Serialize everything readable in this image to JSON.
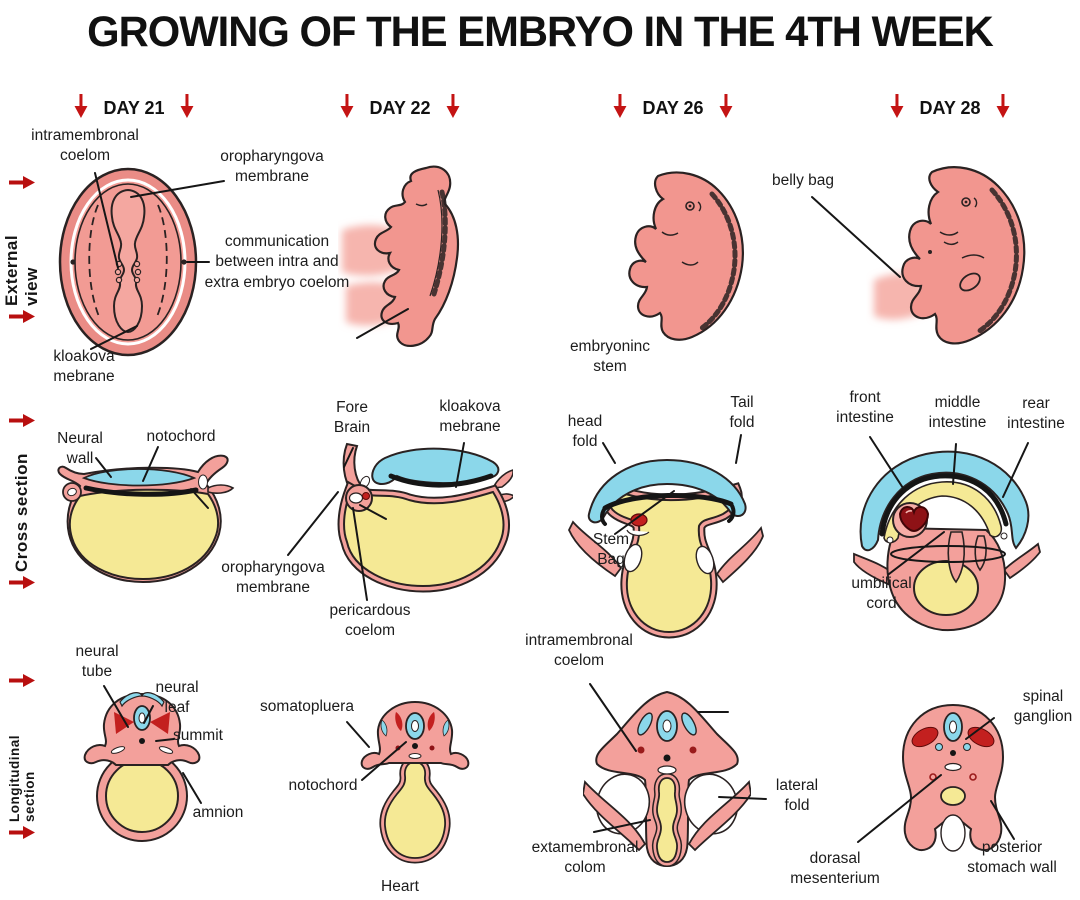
{
  "title": "GROWING OF THE EMBRYO IN THE 4TH WEEK",
  "columns": [
    {
      "label": "DAY 21"
    },
    {
      "label": "DAY 22"
    },
    {
      "label": "DAY 26"
    },
    {
      "label": "DAY 28"
    }
  ],
  "rows": [
    {
      "label": "External view"
    },
    {
      "label": "Cross section"
    },
    {
      "label": "Longitudinal section"
    }
  ],
  "palette": {
    "embryo_pink": "#F2968F",
    "neural_blue": "#8BD7EA",
    "yolk_yellow": "#F5E995",
    "somite_red": "#C3201F",
    "arrow_red": "#C41414",
    "outline": "#2A2222"
  },
  "labels": {
    "d21_intra": "intramembronal\ncoelom",
    "d21_oro": "oropharyngova\nmembrane",
    "d21_comm": "communication\nbetween intra and\nextra embryo coelom",
    "d21_kloak": "kloakova\nmebrane",
    "d26_stem": "embryoninc\nstem",
    "d28_belly": "belly bag",
    "cs21_neural": "Neural\nwall",
    "cs21_noto": "notochord",
    "cs22_fore": "Fore\nBrain",
    "cs22_kloak": "kloakova\nmebrane",
    "cs22_oro": "oropharyngova\nmembrane",
    "cs22_peri": "pericardous\ncoelom",
    "cs26_head": "head\nfold",
    "cs26_tail": "Tail\nfold",
    "cs26_stem": "Stem\nBag",
    "cs28_front": "front\nintestine",
    "cs28_middle": "middle\nintestine",
    "cs28_rear": "rear\nintestine",
    "cs28_umb": "umbilical\ncord",
    "ls21_tube": "neural\ntube",
    "ls21_leaf": "neural\nleaf",
    "ls21_summit": "summit",
    "ls21_amnion": "amnion",
    "ls22_soma": "somatopluera",
    "ls22_noto": "notochord",
    "ls22_heart": "Heart",
    "ls26_intra": "intramembronal\ncoelom",
    "ls26_lat": "lateral\nfold",
    "ls26_extra": "extamembronal\ncolom",
    "ls28_spinal": "spinal\nganglion",
    "ls28_dors": "dorasal\nmesenterium",
    "ls28_post": "posterior\nstomach wall"
  }
}
